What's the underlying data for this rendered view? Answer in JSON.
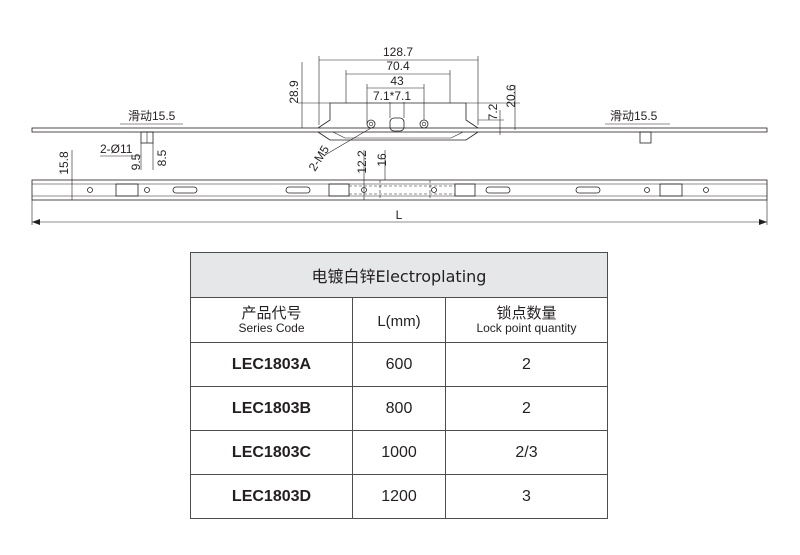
{
  "drawing": {
    "dimensions": {
      "overall_width": "128.7",
      "inner_width": "70.4",
      "hole_spacing": "43",
      "center_offset": "7.1*7.1",
      "left_height": "28.9",
      "right_height": "20.6",
      "right_small": "7.2",
      "slide_left": "滑动15.5",
      "slide_right": "滑动15.5",
      "hole_callout": "2-Ø11",
      "pin_offset_a": "9.5",
      "pin_offset_b": "8.5",
      "screw_callout": "2-M5",
      "bar_height": "15.8",
      "center_a": "12.2",
      "center_b": "16",
      "length_label": "L"
    }
  },
  "table": {
    "title": "电镀白锌Electroplating",
    "headers": [
      {
        "cn": "产品代号",
        "en": "Series Code"
      },
      {
        "cn": "L(mm)",
        "en": ""
      },
      {
        "cn": "锁点数量",
        "en": "Lock point quantity"
      }
    ],
    "rows": [
      {
        "code": "LEC1803A",
        "length": "600",
        "locks": "2"
      },
      {
        "code": "LEC1803B",
        "length": "800",
        "locks": "2"
      },
      {
        "code": "LEC1803C",
        "length": "1000",
        "locks": "2/3"
      },
      {
        "code": "LEC1803D",
        "length": "1200",
        "locks": "3"
      }
    ]
  }
}
